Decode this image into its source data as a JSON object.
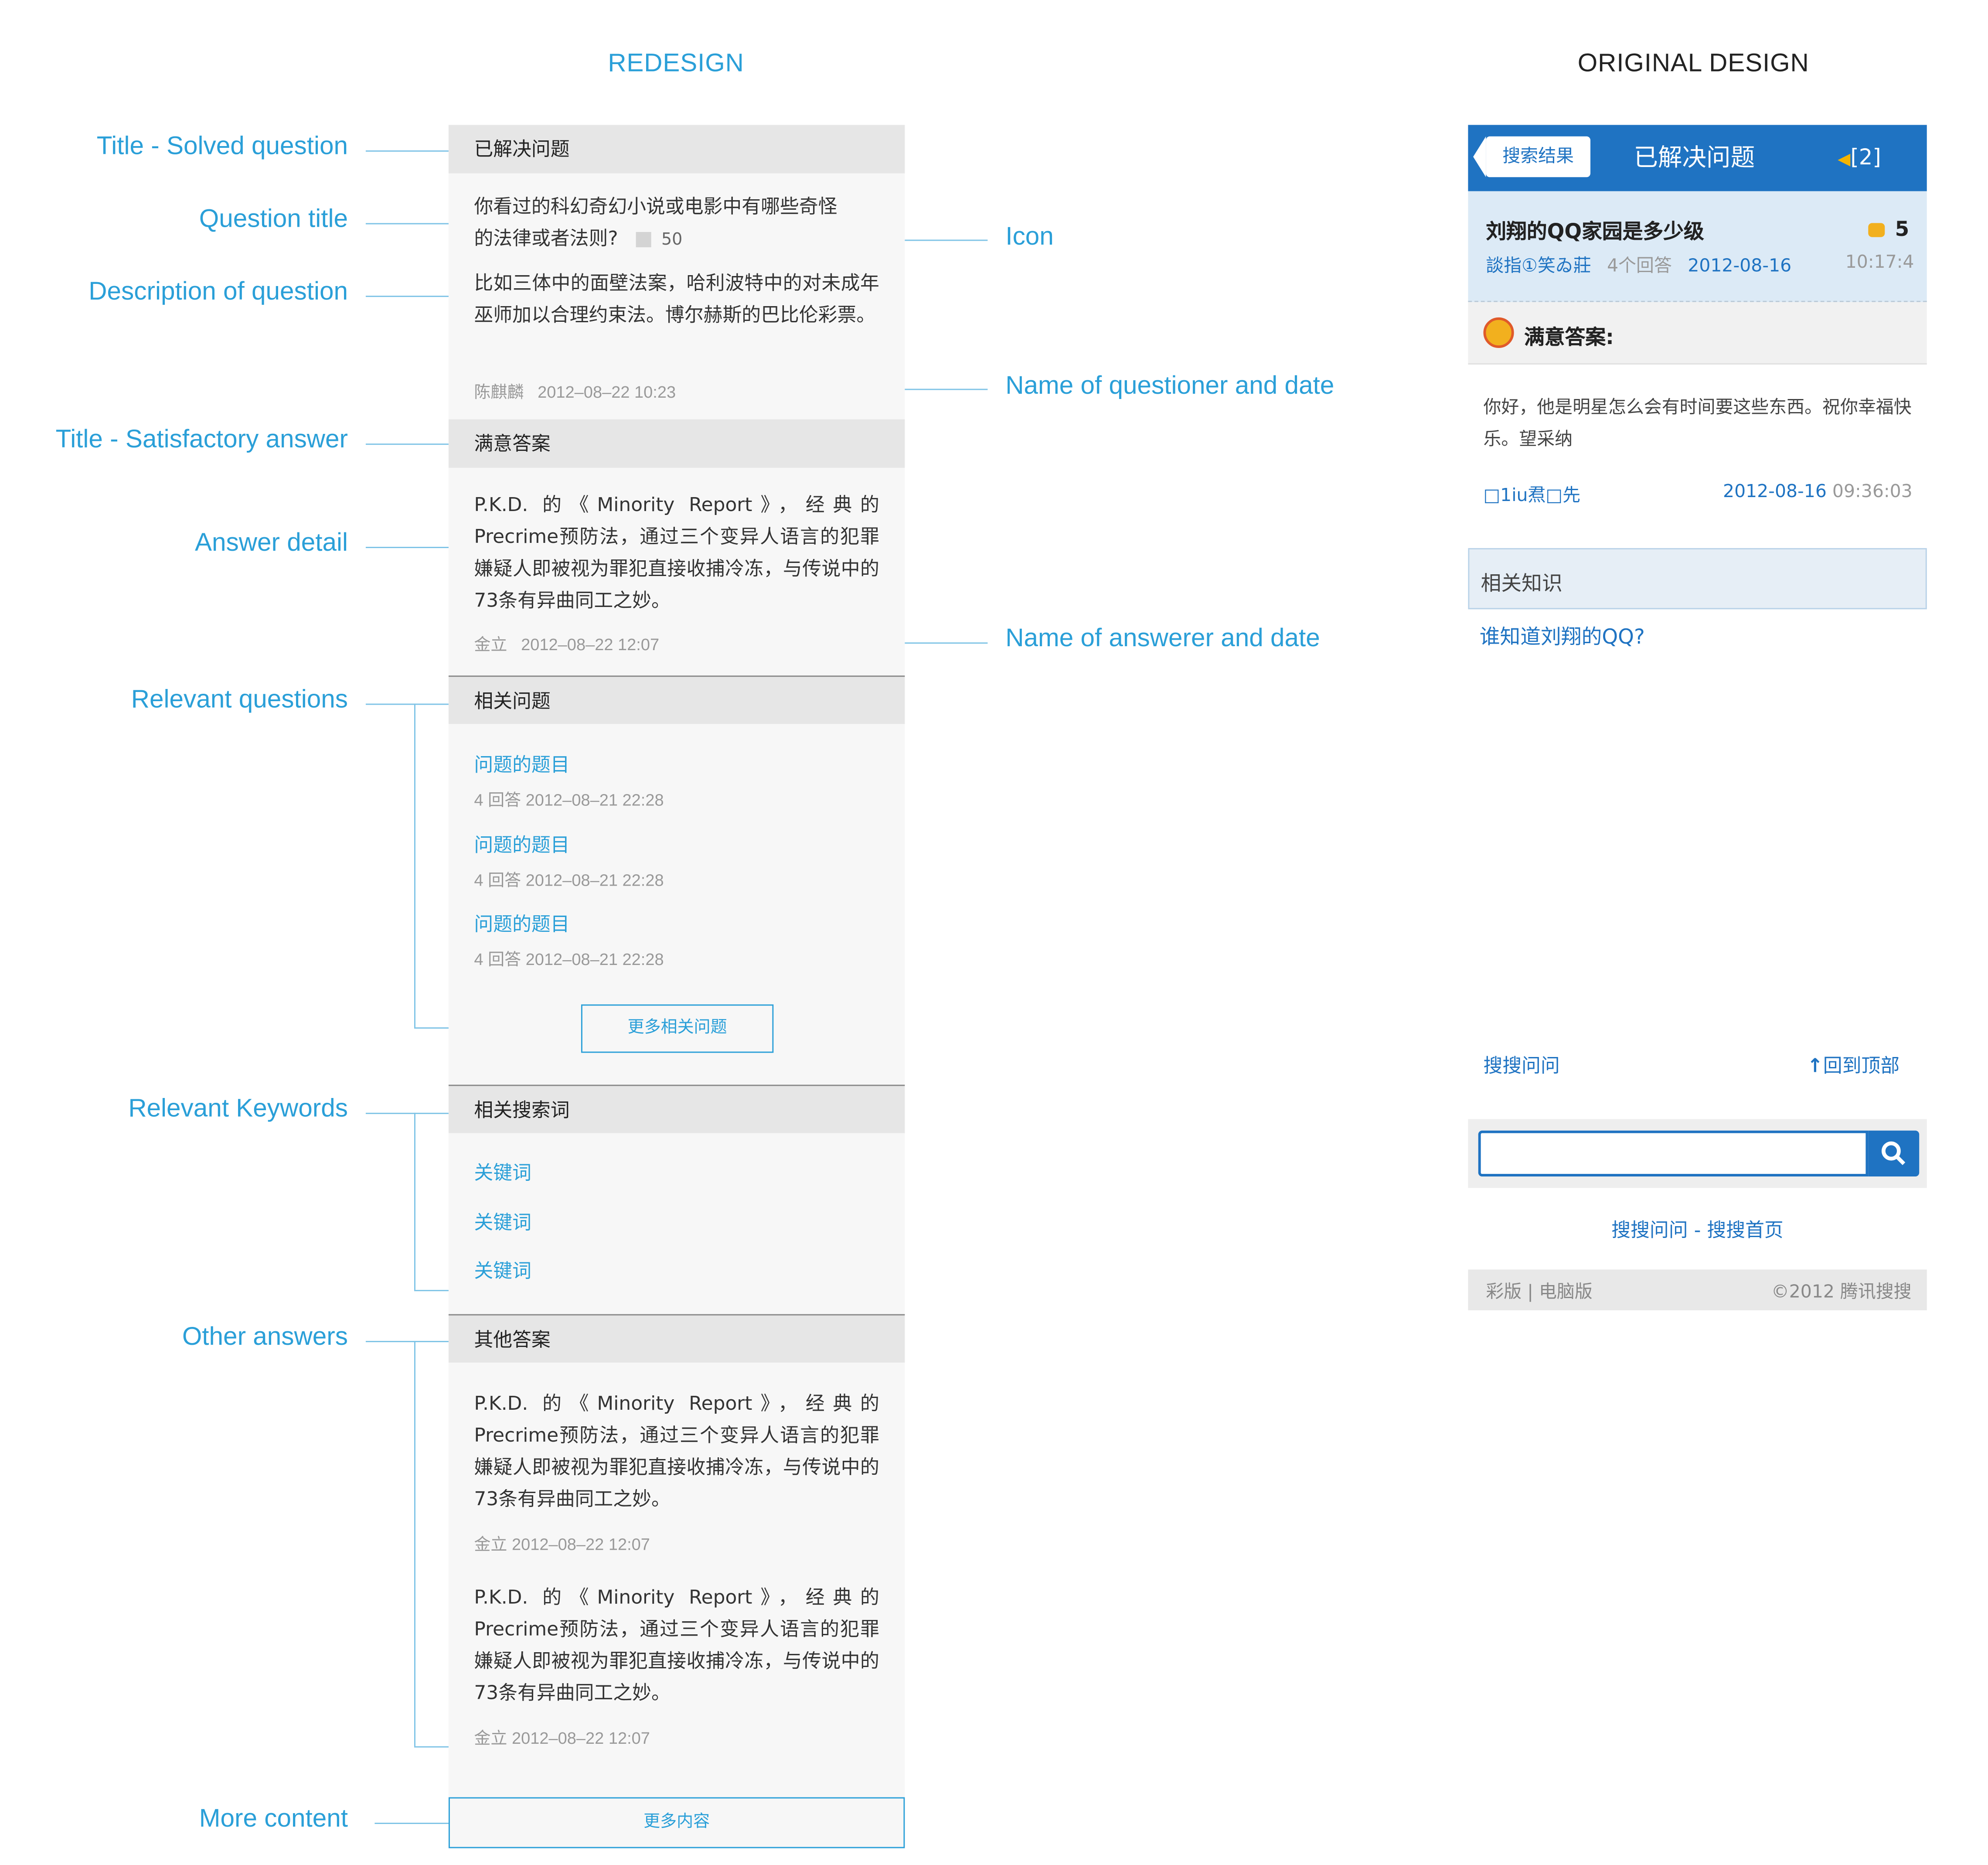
{
  "headings": {
    "redesign": "REDESIGN",
    "original": "ORIGINAL DESIGN"
  },
  "annotations": {
    "left": {
      "title_solved": "Title - Solved question",
      "question_title": "Question title",
      "description": "Description of question",
      "title_satisfactory": "Title -  Satisfactory answer",
      "answer_detail": "Answer detail",
      "relevant_questions": "Relevant questions",
      "relevant_keywords": "Relevant Keywords",
      "other_answers": "Other answers",
      "more_content": "More content"
    },
    "right": {
      "icon": "Icon",
      "questioner": "Name of questioner and date",
      "answerer": "Name of answerer and date"
    }
  },
  "redesign": {
    "solved_title": "已解决问题",
    "question_line1": "你看过的科幻奇幻小说或电影中有哪些奇怪",
    "question_line2": "的法律或者法则?",
    "reward": "50",
    "description": "比如三体中的面壁法案，哈利波特中的对未成年巫师加以合理约束法。博尔赫斯的巴比伦彩票。",
    "questioner": "陈麒麟",
    "question_date": "2012–08–22 10:23",
    "satisfactory_title": "满意答案",
    "answer": "P.K.D. 的《Minority Report》，经典的Precrime预防法，通过三个变异人语言的犯罪嫌疑人即被视为罪犯直接收捕冷冻，与传说中的73条有异曲同工之妙。",
    "answerer": "金立",
    "answer_date": "2012–08–22 12:07",
    "relevant_title": "相关问题",
    "related": [
      {
        "title": "问题的题目",
        "meta": "4 回答   2012–08–21 22:28"
      },
      {
        "title": "问题的题目",
        "meta": "4 回答   2012–08–21 22:28"
      },
      {
        "title": "问题的题目",
        "meta": "4 回答   2012–08–21 22:28"
      }
    ],
    "more_related": "更多相关问题",
    "keywords_title": "相关搜索词",
    "keywords": [
      "关键词",
      "关键词",
      "关键词"
    ],
    "other_title": "其他答案",
    "other_answers": [
      {
        "text": "P.K.D. 的《Minority Report》，经典的Precrime预防法，通过三个变异人语言的犯罪嫌疑人即被视为罪犯直接收捕冷冻，与传说中的73条有异曲同工之妙。",
        "meta": "金立   2012–08–22 12:07"
      },
      {
        "text": "P.K.D. 的《Minority Report》，经典的Precrime预防法，通过三个变异人语言的犯罪嫌疑人即被视为罪犯直接收捕冷冻，与传说中的73条有异曲同工之妙。",
        "meta": "金立   2012–08–22 12:07"
      }
    ],
    "more_content": "更多内容"
  },
  "original": {
    "back": "搜索结果",
    "title": "已解决问题",
    "speaker": "[2]",
    "question": "刘翔的QQ家园是多少级",
    "coins": "5",
    "asker": "談指①笑ゐ莊",
    "answers_count": "4个回答",
    "date": "2012-08-16",
    "time": "10:17:4",
    "satisfactory": "满意答案:",
    "answer": "你好，他是明星怎么会有时间要这些东西。祝你幸福快乐。望采纳",
    "answerer": "□1iu焄□先",
    "answer_date": "2012-08-16",
    "answer_time": "09:36:03",
    "related_title": "相关知识",
    "related_link": "谁知道刘翔的QQ?",
    "sosowenwen": "搜搜问问",
    "back_top": "回到顶部",
    "footer_links": "搜搜问问 - 搜搜首页",
    "footer_left": "彩版 | 电脑版",
    "footer_right": "©2012 腾讯搜搜"
  },
  "colors": {
    "accent": "#2a9fd8",
    "original_blue": "#1f73c2",
    "section_gray": "#e6e6e6",
    "panel": "#f7f7f7"
  }
}
